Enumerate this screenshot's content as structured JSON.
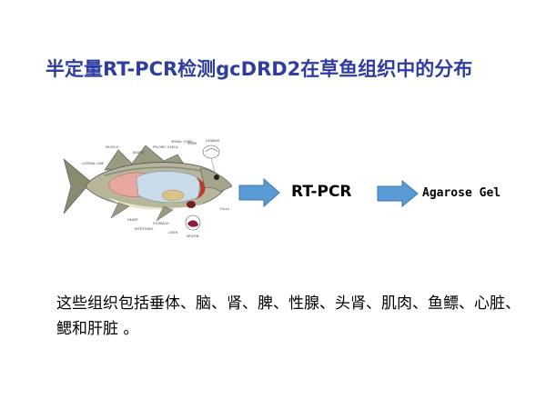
{
  "slide": {
    "title": "半定量RT-PCR检测gcDRD2在草鱼组织中的分布",
    "description": "这些组织包括垂体、脑、肾、脾、性腺、头肾、肌肉、鱼鳔、心脏、鳃和肝脏 。"
  },
  "diagram": {
    "steps": [
      {
        "label": "RT-PCR"
      },
      {
        "label": "Agarose Gel"
      }
    ],
    "arrow_color": "#5b9bd5",
    "fish_labels": [
      "LATERAL LINE",
      "MUSCLE",
      "KIDNEY",
      "PYLORIC CAECA",
      "SPINAL CORD",
      "SPINE",
      "GONADS",
      "GILLS",
      "HEART",
      "INTESTINES",
      "STOMACH",
      "LIVER",
      "SPLEEN"
    ]
  }
}
